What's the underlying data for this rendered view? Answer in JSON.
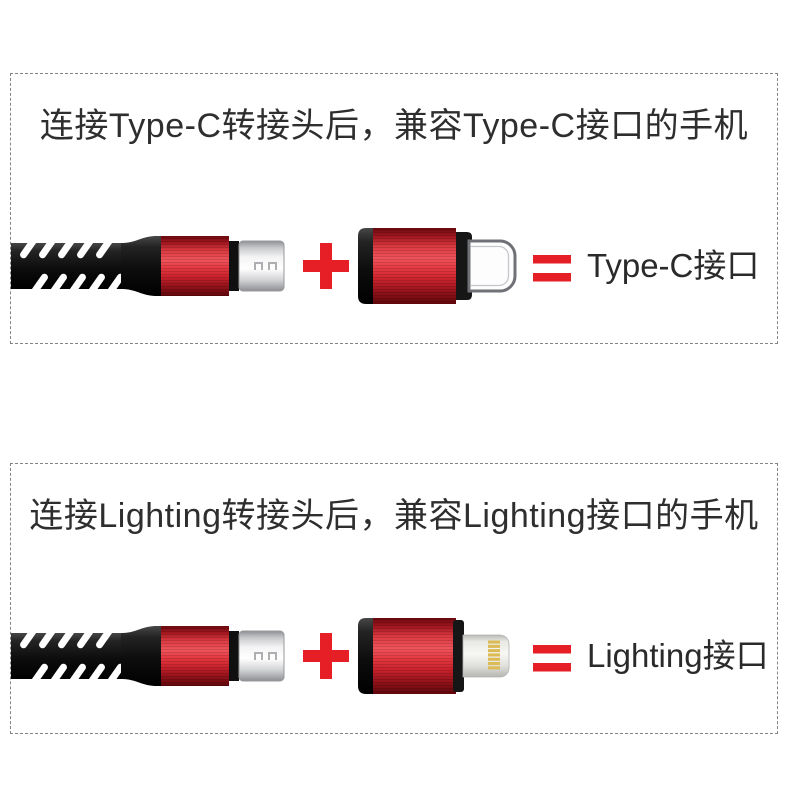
{
  "page": {
    "background": "#ffffff",
    "colors": {
      "accent_red": "#e61e25",
      "adapter_red": "#d9333c",
      "text": "#2e2e2e",
      "panel_border": "#858585",
      "gold_contacts": "#dcbb55",
      "plug_silver": "#e9e9ea"
    }
  },
  "sections": [
    {
      "id": "type-c",
      "title": "连接Type-C转接头后，兼容Type-C接口的手机",
      "plus_symbol": "+",
      "equals_symbol": "=",
      "result_label": "Type-C接口",
      "icons": [
        "usb-cable",
        "plus-icon",
        "type-c-adapter",
        "equals-icon"
      ]
    },
    {
      "id": "lightning",
      "title": "连接Lighting转接头后，兼容Lighting接口的手机",
      "plus_symbol": "+",
      "equals_symbol": "=",
      "result_label": "Lighting接口",
      "icons": [
        "usb-cable",
        "plus-icon",
        "lightning-adapter",
        "equals-icon"
      ]
    }
  ]
}
